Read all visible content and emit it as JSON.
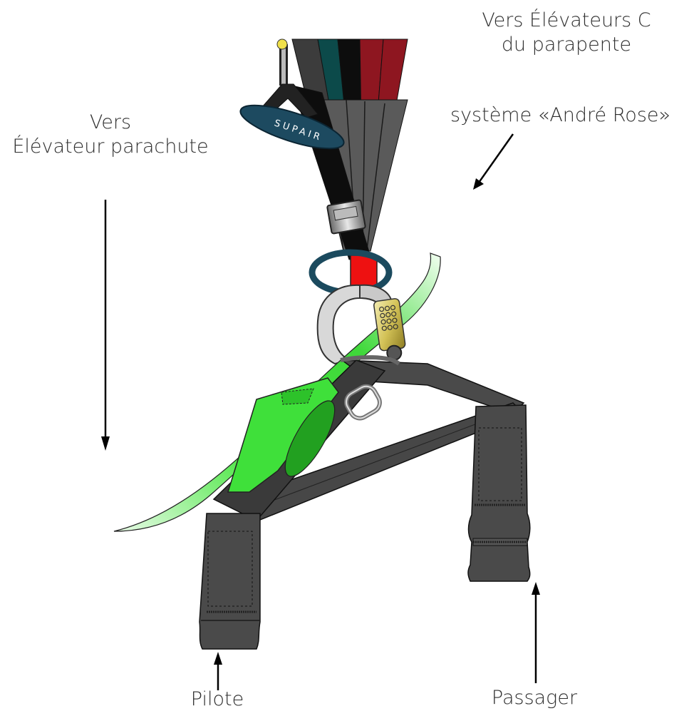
{
  "labels": {
    "risers_line1": "Vers Élévateurs C",
    "risers_line2": "du parapente",
    "system": "système «André Rose»",
    "reserve_line1": "Vers",
    "reserve_line2": "Élévateur parachute",
    "pilot": "Pilote",
    "passenger": "Passager"
  },
  "logo": {
    "text": "SUPAIR"
  },
  "colors": {
    "strap_dark": "#3f3f3f",
    "strap_mid": "#555555",
    "strap_black": "#0d0d0d",
    "teal": "#0c4a4a",
    "burgundy": "#8e1620",
    "red_tab": "#ee1111",
    "green": "#3fe03a",
    "navy_ring": "#1b4a5e",
    "gold": "#d9cd6a"
  },
  "icons": [
    "arrow-down-icon",
    "arrow-up-icon",
    "arrow-diagonal-icon"
  ]
}
